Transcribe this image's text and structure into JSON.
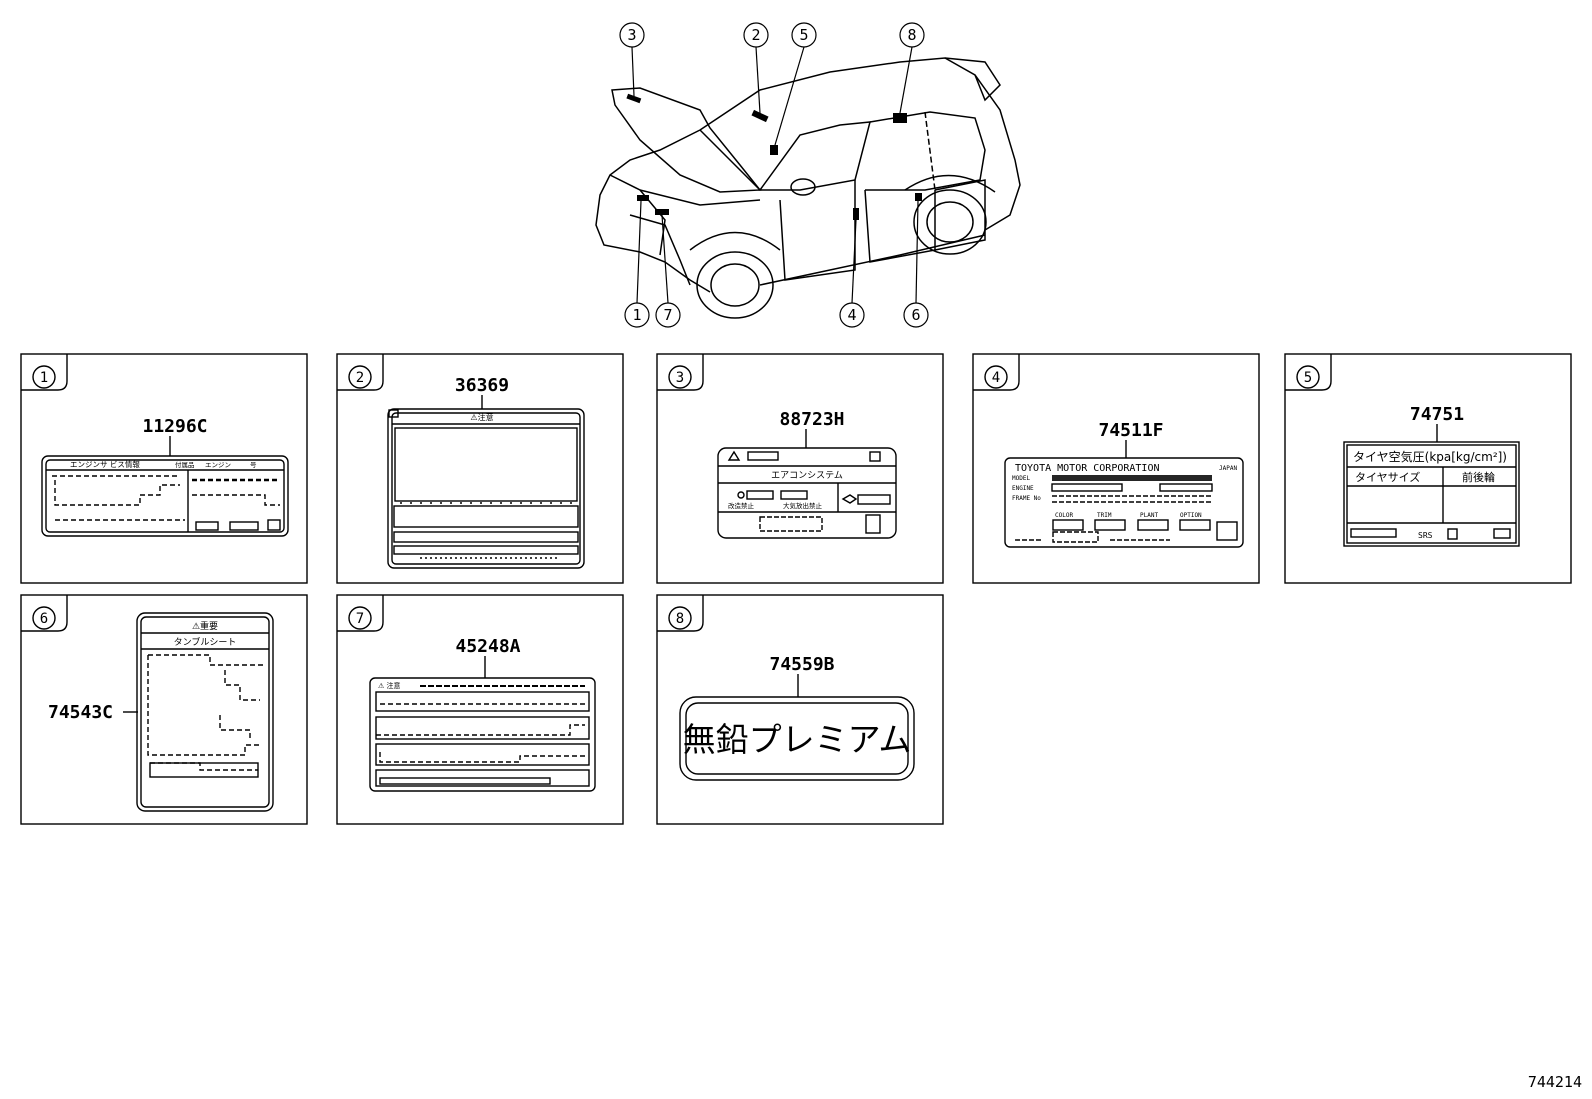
{
  "car": {
    "callouts": [
      "1",
      "2",
      "3",
      "4",
      "5",
      "6",
      "7",
      "8"
    ]
  },
  "panels": [
    {
      "index": "1",
      "part": "11296C",
      "lines": [
        "エンジンサ   ビス情報",
        "付属品",
        "   エンジン",
        "      号"
      ]
    },
    {
      "index": "2",
      "part": "36369",
      "lines": [
        "⚠注意"
      ]
    },
    {
      "index": "3",
      "part": "88723H",
      "lines": [
        "エアコンシステム",
        "改造禁止",
        "大気放出禁止"
      ]
    },
    {
      "index": "4",
      "part": "74511F",
      "lines": [
        "TOYOTA MOTOR CORPORATION",
        "JAPAN",
        "MODEL",
        "ENGINE",
        "FRAME No",
        "COLOR",
        "TRIM",
        "PLANT",
        "OPTION"
      ]
    },
    {
      "index": "5",
      "part": "74751",
      "lines": [
        "タイヤ空気圧(kpa[kg/cm²])",
        "タイヤサイズ",
        "前後輪",
        "SRS"
      ]
    },
    {
      "index": "6",
      "part": "74543C",
      "lines": [
        "⚠重要",
        "タンブルシート"
      ]
    },
    {
      "index": "7",
      "part": "45248A",
      "lines": [
        "⚠ 注意"
      ]
    },
    {
      "index": "8",
      "part": "74559B",
      "lines": [
        "無鉛プレミアム"
      ]
    }
  ],
  "page_number": "744214"
}
